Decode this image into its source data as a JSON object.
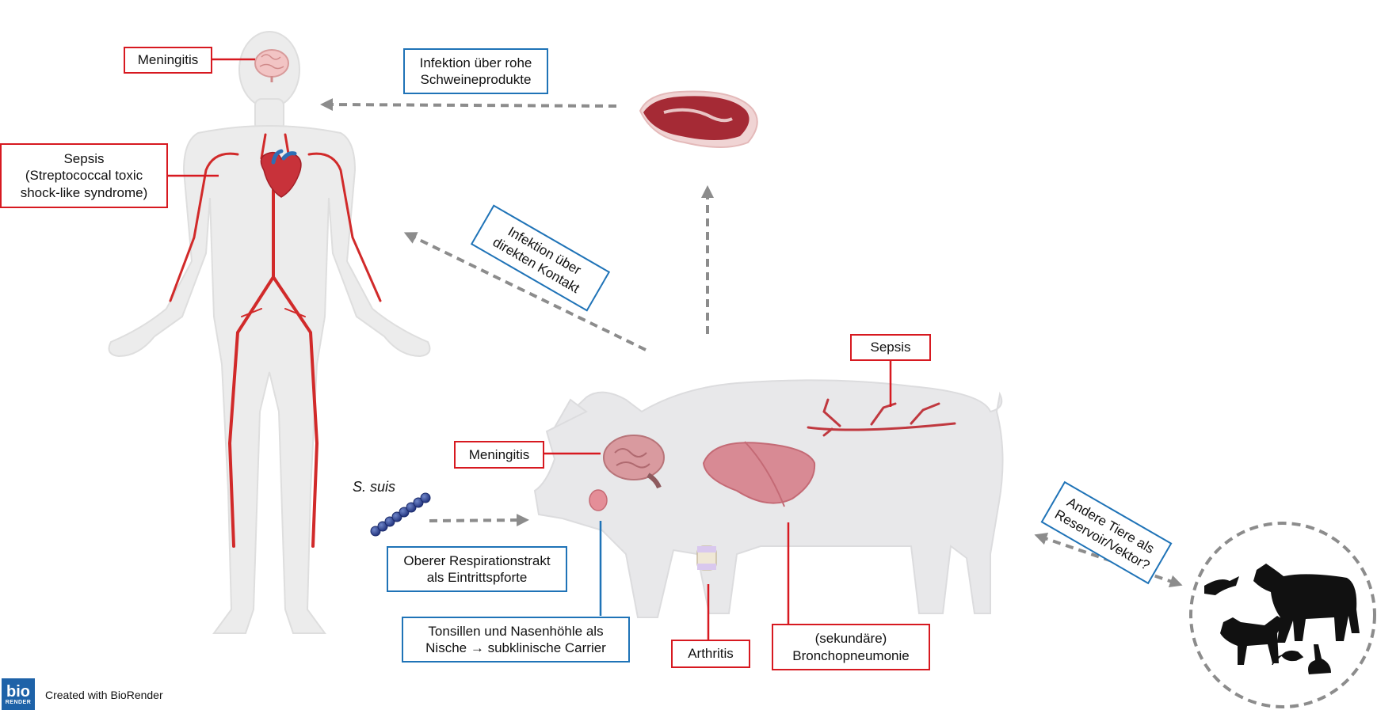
{
  "human": {
    "meningitis": "Meningitis",
    "sepsis": "Sepsis\n(Streptococcal toxic\nshock-like syndrome)"
  },
  "transmission": {
    "raw_products": "Infektion über rohe\nSchweineprodukte",
    "direct_contact": "Infektion über\ndirekten Kontakt",
    "other_animals": "Andere Tiere als\nReservoir/Vektor?"
  },
  "pig": {
    "sepsis": "Sepsis",
    "meningitis": "Meningitis",
    "entry": "Oberer Respirationstrakt\nals Eintrittspforte",
    "tonsils": "Tonsillen und Nasenhöhle als\nNische → subklinische Carrier",
    "arthritis": "Arthritis",
    "pneumonia": "(sekundäre)\nBronchopneumonie"
  },
  "bacterium": {
    "name": "S. suis"
  },
  "footer": {
    "credit": "Created with BioRender",
    "logo_top": "bio",
    "logo_bottom": "RENDER"
  },
  "colors": {
    "red_box": "#d71920",
    "blue_box": "#1f73b7",
    "arrow": "#8c8c8c",
    "body": "#ebebeb"
  },
  "icons": [
    "human-body-icon",
    "brain-icon",
    "heart-icon",
    "meat-steak-icon",
    "pig-silhouette-icon",
    "lung-icon",
    "joint-icon",
    "bacteria-chain-icon",
    "cow-icon",
    "dog-icon",
    "bird-icon",
    "rabbit-icon",
    "mouse-icon"
  ]
}
